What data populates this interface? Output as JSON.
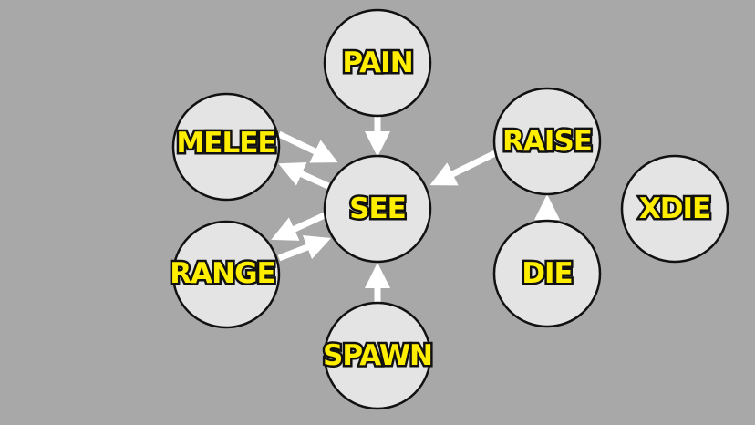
{
  "diagram": {
    "nodes": {
      "pain": "PAIN",
      "melee": "MELEE",
      "see": "SEE",
      "range": "RANGE",
      "spawn": "SPAWN",
      "raise": "RAISE",
      "die": "DIE",
      "xdie": "XDIE"
    },
    "edges": [
      {
        "from": "PAIN",
        "to": "SEE"
      },
      {
        "from": "MELEE",
        "to": "SEE"
      },
      {
        "from": "SEE",
        "to": "MELEE"
      },
      {
        "from": "SEE",
        "to": "RANGE"
      },
      {
        "from": "RANGE",
        "to": "SEE"
      },
      {
        "from": "SPAWN",
        "to": "SEE"
      },
      {
        "from": "RAISE",
        "to": "SEE"
      },
      {
        "from": "DIE",
        "to": "RAISE"
      }
    ],
    "colors": {
      "background": "#a8a8a8",
      "node_fill": "#e4e4e4",
      "label": "#ffee00",
      "arrow": "#ffffff"
    }
  }
}
